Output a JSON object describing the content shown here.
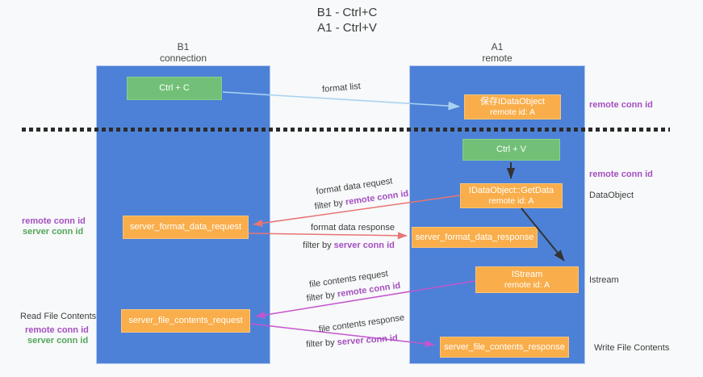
{
  "colors": {
    "background": "#f8f9fa",
    "lane_blue": "#4d81d7",
    "node_green": "#72c077",
    "node_orange": "#f9ae4b",
    "label_purple": "#a44fc0",
    "label_green": "#53a65a",
    "arrow_red": "#e87575",
    "arrow_magenta": "#c356ce",
    "arrow_blue": "#a9d3f2",
    "arrow_dark": "#333333",
    "dash": "#2b2b2b"
  },
  "title": {
    "line1": "B1 - Ctrl+C",
    "line2": "A1 - Ctrl+V"
  },
  "lanes": {
    "left": {
      "title_line1": "B1",
      "title_line2": "connection"
    },
    "right": {
      "title_line1": "A1",
      "title_line2": "remote"
    }
  },
  "nodes": {
    "ctrl_c": "Ctrl + C",
    "ctrl_v": "Ctrl + V",
    "save_dataobject": {
      "line1": "保存IDataObject",
      "line2": "remote id: A"
    },
    "getdata": {
      "line1": "IDataObject::GetData",
      "line2": "remote id: A"
    },
    "istream": {
      "line1": "IStream",
      "line2": "remote id: A"
    },
    "server_format_data_request": "server_format_data_request",
    "server_format_data_response": "server_format_data_response",
    "server_file_contents_request": "server_file_contents_request",
    "server_file_contents_response": "server_file_contents_response"
  },
  "annotations": {
    "right": {
      "remote_conn_id_top": "remote conn id",
      "remote_conn_id_mid": "remote conn id",
      "dataobject": "DataObject",
      "istream": "Istream",
      "write_file_contents": "Write File Contents"
    },
    "left": {
      "format_remote_conn_id": "remote conn id",
      "format_server_conn_id": "server conn id",
      "read_file_contents": "Read File Contents",
      "file_remote_conn_id": "remote conn id",
      "file_server_conn_id": "server conn id"
    }
  },
  "flows": {
    "format_list": {
      "label": "format list"
    },
    "format_request": {
      "label": "format data request",
      "filter_prefix": "filter by ",
      "filter_key": "remote conn id"
    },
    "format_response": {
      "label": "format data response",
      "filter_prefix": "filter by ",
      "filter_key": "server conn id"
    },
    "file_request": {
      "label": "file contents request",
      "filter_prefix": "filter by ",
      "filter_key": "remote conn id"
    },
    "file_response": {
      "label": "file contents response",
      "filter_prefix": "filter by ",
      "filter_key": "server conn id"
    }
  }
}
